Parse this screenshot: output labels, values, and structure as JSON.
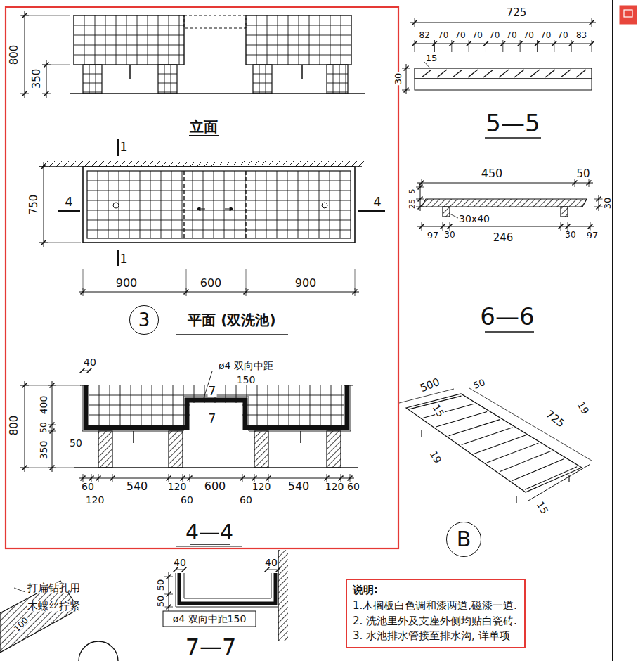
{
  "diagram": {
    "nodes": [
      {
        "text": [
          "3"
        ]
      },
      {
        "text": [
          "B"
        ]
      },
      {
        "text": [
          "说明:",
          "1.木搁板白色调和漆两道,磁漆一道.",
          "2. 洗池里外及支座外侧均贴白瓷砖.",
          "3. 水池排水管接至排水沟, 详单项"
        ]
      }
    ],
    "labels": [
      "800",
      "350",
      "立面",
      "1",
      "750",
      "4",
      "4",
      "1",
      "900",
      "600",
      "900",
      "平面 (双洗池)",
      "ø4 双向中距",
      "150",
      "40",
      "7",
      "7",
      "800",
      "400",
      "50",
      "350",
      "50",
      "60",
      "540",
      "120",
      "600",
      "120",
      "540",
      "120",
      "60",
      "120",
      "60",
      "60",
      "4—4",
      "725",
      "82",
      "70",
      "70",
      "70",
      "70",
      "70",
      "70",
      "70",
      "70",
      "83",
      "15",
      "30",
      "5—5",
      "450",
      "50",
      "5",
      "25",
      "30",
      "30x40",
      "97",
      "30",
      "246",
      "30",
      "97",
      "6—6",
      "500",
      "50",
      "15",
      "725",
      "19",
      "19",
      "15",
      "打扁钻孔用",
      "木螺丝拧紧",
      "100",
      "40",
      "40",
      "50",
      "50",
      "ø4 双向中距150",
      "7—7"
    ]
  }
}
